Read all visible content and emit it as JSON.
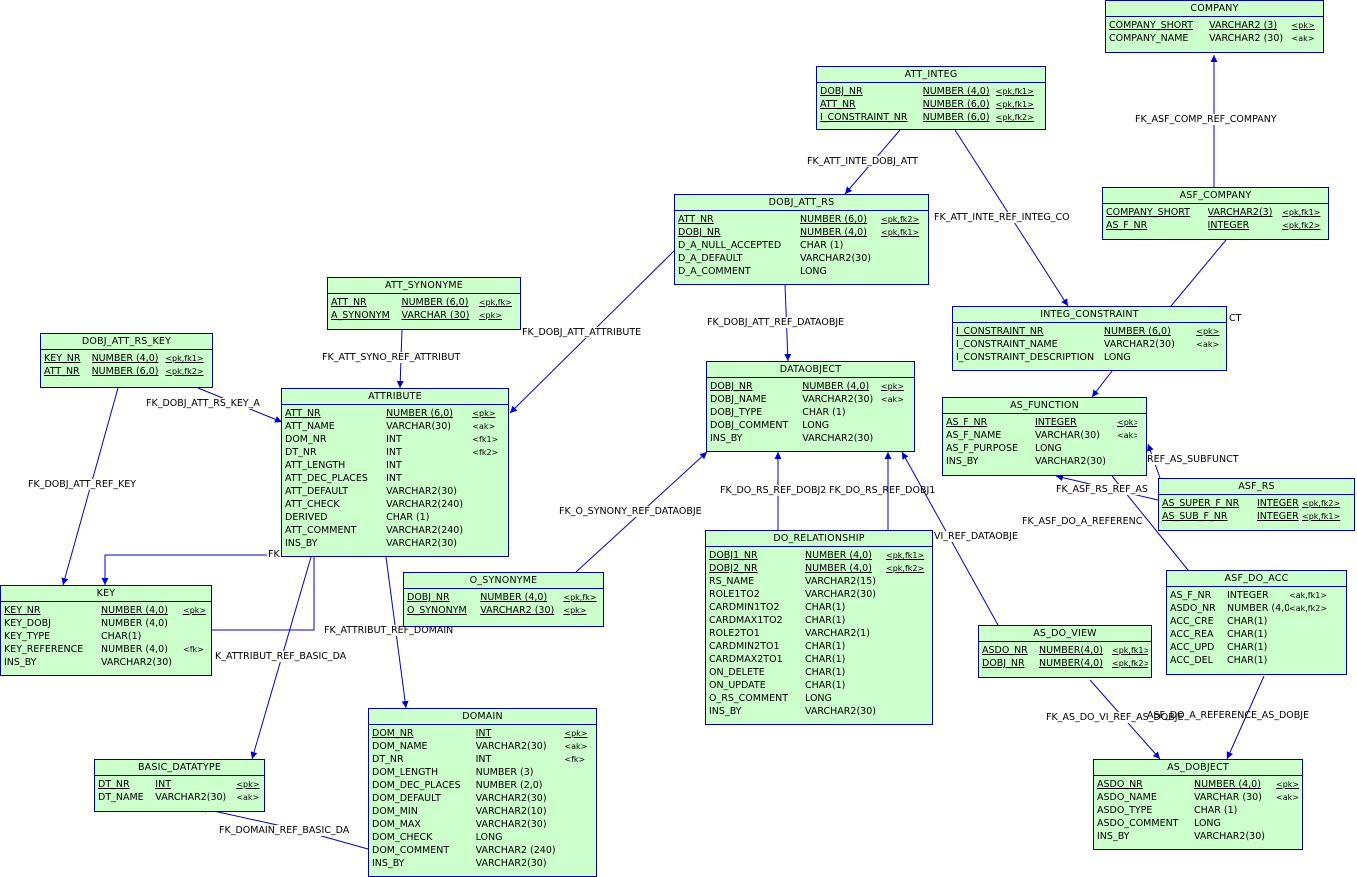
{
  "colors": {
    "entity_fill": "#ccffcc",
    "line": "#0000cc"
  },
  "entities": {
    "company": {
      "name": "COMPANY",
      "rows": [
        {
          "c": "COMPANY_SHORT",
          "t": "VARCHAR2 (3)",
          "k": "<pk>",
          "key": true
        },
        {
          "c": "COMPANY_NAME",
          "t": "VARCHAR2 (30)",
          "k": "<ak>"
        }
      ]
    },
    "att_integ": {
      "name": "ATT_INTEG",
      "rows": [
        {
          "c": "DOBJ_NR",
          "t": "NUMBER (4,0)",
          "k": "<pk,fk1>",
          "key": true
        },
        {
          "c": "ATT_NR",
          "t": "NUMBER (6,0)",
          "k": "<pk,fk1>",
          "key": true
        },
        {
          "c": "I_CONSTRAINT_NR",
          "t": "NUMBER (6,0)",
          "k": "<pk,fk2>",
          "key": true
        }
      ]
    },
    "asf_company": {
      "name": "ASF_COMPANY",
      "rows": [
        {
          "c": "COMPANY_SHORT",
          "t": "VARCHAR2(3)",
          "k": "<pk,fk1>",
          "key": true
        },
        {
          "c": "AS_F_NR",
          "t": "INTEGER",
          "k": "<pk,fk2>",
          "key": true
        }
      ]
    },
    "dobj_att_rs": {
      "name": "DOBJ_ATT_RS",
      "rows": [
        {
          "c": "ATT_NR",
          "t": "NUMBER (6,0)",
          "k": "<pk,fk2>",
          "key": true
        },
        {
          "c": "DOBJ_NR",
          "t": "NUMBER (4,0)",
          "k": "<pk,fk1>",
          "key": true
        },
        {
          "c": "D_A_NULL_ACCEPTED",
          "t": "CHAR (1)",
          "k": ""
        },
        {
          "c": "D_A_DEFAULT",
          "t": "VARCHAR2(30)",
          "k": ""
        },
        {
          "c": "D_A_COMMENT",
          "t": "LONG",
          "k": ""
        }
      ]
    },
    "att_synonyme": {
      "name": "ATT_SYNONYME",
      "rows": [
        {
          "c": "ATT_NR",
          "t": "NUMBER (6,0)",
          "k": "<pk,fk>",
          "key": true
        },
        {
          "c": "A_SYNONYM",
          "t": "VARCHAR (30)",
          "k": "<pk>",
          "key": true
        }
      ]
    },
    "integ_constraint": {
      "name": "INTEG_CONSTRAINT",
      "rows": [
        {
          "c": "I_CONSTRAINT_NR",
          "t": "NUMBER (6,0)",
          "k": "<pk>",
          "key": true
        },
        {
          "c": "I_CONSTRAINT_NAME",
          "t": "VARCHAR2(30)",
          "k": "<ak>"
        },
        {
          "c": "I_CONSTRAINT_DESCRIPTION",
          "t": "LONG",
          "k": ""
        }
      ]
    },
    "dobj_att_rs_key": {
      "name": "DOBJ_ATT_RS_KEY",
      "rows": [
        {
          "c": "KEY_NR",
          "t": "NUMBER (4,0)",
          "k": "<pk,fk1>",
          "key": true
        },
        {
          "c": "ATT_NR",
          "t": "NUMBER (6,0)",
          "k": "<pk,fk2>",
          "key": true
        }
      ]
    },
    "dataobject": {
      "name": "DATAOBJECT",
      "rows": [
        {
          "c": "DOBJ_NR",
          "t": "NUMBER (4,0)",
          "k": "<pk>",
          "key": true
        },
        {
          "c": "DOBJ_NAME",
          "t": "VARCHAR2(30)",
          "k": "<ak>"
        },
        {
          "c": "DOBJ_TYPE",
          "t": "CHAR (1)",
          "k": ""
        },
        {
          "c": "DOBJ_COMMENT",
          "t": "LONG",
          "k": ""
        },
        {
          "c": "INS_BY",
          "t": "VARCHAR2(30)",
          "k": ""
        }
      ]
    },
    "attribute": {
      "name": "ATTRIBUTE",
      "rows": [
        {
          "c": "ATT_NR",
          "t": "NUMBER (6,0)",
          "k": "<pk>",
          "key": true
        },
        {
          "c": "ATT_NAME",
          "t": "VARCHAR(30)",
          "k": "<ak>"
        },
        {
          "c": "DOM_NR",
          "t": "INT",
          "k": "<fk1>"
        },
        {
          "c": "DT_NR",
          "t": "INT",
          "k": "<fk2>"
        },
        {
          "c": "ATT_LENGTH",
          "t": "INT",
          "k": ""
        },
        {
          "c": "ATT_DEC_PLACES",
          "t": "INT",
          "k": ""
        },
        {
          "c": "ATT_DEFAULT",
          "t": "VARCHAR2(30)",
          "k": ""
        },
        {
          "c": "ATT_CHECK",
          "t": "VARCHAR2(240)",
          "k": ""
        },
        {
          "c": "DERIVED",
          "t": "CHAR (1)",
          "k": ""
        },
        {
          "c": "ATT_COMMENT",
          "t": "VARCHAR2(240)",
          "k": ""
        },
        {
          "c": "INS_BY",
          "t": "VARCHAR2(30)",
          "k": ""
        }
      ]
    },
    "as_function": {
      "name": "AS_FUNCTION",
      "rows": [
        {
          "c": "AS_F_NR",
          "t": "INTEGER",
          "k": "<pk>",
          "key": true
        },
        {
          "c": "AS_F_NAME",
          "t": "VARCHAR(30)",
          "k": "<ak>"
        },
        {
          "c": "AS_F_PURPOSE",
          "t": "LONG",
          "k": ""
        },
        {
          "c": "INS_BY",
          "t": "VARCHAR2(30)",
          "k": ""
        }
      ]
    },
    "asf_rs": {
      "name": "ASF_RS",
      "rows": [
        {
          "c": "AS_SUPER_F_NR",
          "t": "INTEGER",
          "k": "<pk,fk2>",
          "key": true
        },
        {
          "c": "AS_SUB_F_NR",
          "t": "INTEGER",
          "k": "<pk,fk1>",
          "key": true
        }
      ]
    },
    "do_relationship": {
      "name": "DO_RELATIONSHIP",
      "rows": [
        {
          "c": "DOBJ1_NR",
          "t": "NUMBER (4,0)",
          "k": "<pk,fk1>",
          "key": true
        },
        {
          "c": "DOBJ2_NR",
          "t": "NUMBER (4,0)",
          "k": "<pk,fk2>",
          "key": true
        },
        {
          "c": "RS_NAME",
          "t": "VARCHAR2(15)",
          "k": ""
        },
        {
          "c": "ROLE1TO2",
          "t": "VARCHAR2(30)",
          "k": ""
        },
        {
          "c": "CARDMIN1TO2",
          "t": "CHAR(1)",
          "k": ""
        },
        {
          "c": "CARDMAX1TO2",
          "t": "CHAR(1)",
          "k": ""
        },
        {
          "c": "ROLE2TO1",
          "t": "VARCHAR2(1)",
          "k": ""
        },
        {
          "c": "CARDMIN2TO1",
          "t": "CHAR(1)",
          "k": ""
        },
        {
          "c": "CARDMAX2TO1",
          "t": "CHAR(1)",
          "k": ""
        },
        {
          "c": "ON_DELETE",
          "t": "CHAR(1)",
          "k": ""
        },
        {
          "c": "ON_UPDATE",
          "t": "CHAR(1)",
          "k": ""
        },
        {
          "c": "O_RS_COMMENT",
          "t": "LONG",
          "k": ""
        },
        {
          "c": "INS_BY",
          "t": "VARCHAR2(30)",
          "k": ""
        }
      ]
    },
    "asf_do_acc": {
      "name": "ASF_DO_ACC",
      "rows": [
        {
          "c": "AS_F_NR",
          "t": "INTEGER",
          "k": "<ak,fk1>"
        },
        {
          "c": "ASDO_NR",
          "t": "NUMBER (4,0)",
          "k": "<ak,fk2>"
        },
        {
          "c": "ACC_CRE",
          "t": "CHAR(1)",
          "k": ""
        },
        {
          "c": "ACC_REA",
          "t": "CHAR(1)",
          "k": ""
        },
        {
          "c": "ACC_UPD",
          "t": "CHAR(1)",
          "k": ""
        },
        {
          "c": "ACC_DEL",
          "t": "CHAR(1)",
          "k": ""
        }
      ]
    },
    "o_synonyme": {
      "name": "O_SYNONYME",
      "rows": [
        {
          "c": "DOBJ_NR",
          "t": "NUMBER (4,0)",
          "k": "<pk,fk>",
          "key": true
        },
        {
          "c": "O_SYNONYM",
          "t": "VARCHAR2 (30)",
          "k": "<pk>",
          "key": true
        }
      ]
    },
    "key": {
      "name": "KEY",
      "rows": [
        {
          "c": "KEY_NR",
          "t": "NUMBER (4,0)",
          "k": "<pk>",
          "key": true
        },
        {
          "c": "KEY_DOBJ",
          "t": "NUMBER (4,0)",
          "k": ""
        },
        {
          "c": "KEY_TYPE",
          "t": "CHAR(1)",
          "k": ""
        },
        {
          "c": "KEY_REFERENCE",
          "t": "NUMBER (4,0)",
          "k": "<fk>"
        },
        {
          "c": "INS_BY",
          "t": "VARCHAR2(30)",
          "k": ""
        }
      ]
    },
    "as_do_view": {
      "name": "AS_DO_VIEW",
      "rows": [
        {
          "c": "ASDO_NR",
          "t": "NUMBER(4,0)",
          "k": "<pk,fk1>",
          "key": true
        },
        {
          "c": "DOBJ_NR",
          "t": "NUMBER(4,0)",
          "k": "<pk,fk2>",
          "key": true
        }
      ]
    },
    "domain": {
      "name": "DOMAIN",
      "rows": [
        {
          "c": "DOM_NR",
          "t": "INT",
          "k": "<pk>",
          "key": true
        },
        {
          "c": "DOM_NAME",
          "t": "VARCHAR2(30)",
          "k": "<ak>"
        },
        {
          "c": "DT_NR",
          "t": "INT",
          "k": "<fk>"
        },
        {
          "c": "DOM_LENGTH",
          "t": "NUMBER (3)",
          "k": ""
        },
        {
          "c": "DOM_DEC_PLACES",
          "t": "NUMBER (2,0)",
          "k": ""
        },
        {
          "c": "DOM_DEFAULT",
          "t": "VARCHAR2(30)",
          "k": ""
        },
        {
          "c": "DOM_MIN",
          "t": "VARCHAR2(10)",
          "k": ""
        },
        {
          "c": "DOM_MAX",
          "t": "VARCHAR2(30)",
          "k": ""
        },
        {
          "c": "DOM_CHECK",
          "t": "LONG",
          "k": ""
        },
        {
          "c": "DOM_COMMENT",
          "t": "VARCHAR2 (240)",
          "k": ""
        },
        {
          "c": "INS_BY",
          "t": "VARCHAR2(30)",
          "k": ""
        }
      ]
    },
    "basic_datatype": {
      "name": "BASIC_DATATYPE",
      "rows": [
        {
          "c": "DT_NR",
          "t": "INT",
          "k": "<pk>",
          "key": true
        },
        {
          "c": "DT_NAME",
          "t": "VARCHAR2(30)",
          "k": "<ak>"
        }
      ]
    },
    "as_dobject": {
      "name": "AS_DOBJECT",
      "rows": [
        {
          "c": "ASDO_NR",
          "t": "NUMBER (4,0)",
          "k": "<pk>",
          "key": true
        },
        {
          "c": "ASDO_NAME",
          "t": "VARCHAR (30)",
          "k": "<ak>"
        },
        {
          "c": "ASDO_TYPE",
          "t": "CHAR (1)",
          "k": ""
        },
        {
          "c": "ASDO_COMMENT",
          "t": "LONG",
          "k": ""
        },
        {
          "c": "INS_BY",
          "t": "VARCHAR2(30)",
          "k": ""
        }
      ]
    }
  },
  "relationship_labels": {
    "fk_asf_comp_ref_company": "FK_ASF_COMP_REF_COMPANY",
    "fk_att_inte_dobj_att": "FK_ATT_INTE_DOBJ_ATT",
    "fk_att_inte_ref_integ_co": "FK_ATT_INTE_REF_INTEG_CO",
    "fk_obj_att_attribute": "FK_DOBJ_ATT_ATTRIBUTE",
    "fk_att_syno_ref_attribut": "FK_ATT_SYNO_REF_ATTRIBUT",
    "fk_dobj_att_ref_dataobje": "FK_DOBJ_ATT_REF_DATAOBJE",
    "fk_dobj_att_rs_key_a": "FK_DOBJ_ATT_RS_KEY_A",
    "fk_dobj_att_ref_key": "FK_DOBJ_ATT_REF_KEY",
    "fk_o_synony_ref_dataobje": "FK_O_SYNONY_REF_DATAOBJE",
    "fk_do_rs_ref_dobj2": "FK_DO_RS_REF_DOBJ2",
    "fk_do_rs_ref_dobj1": "FK_DO_RS_REF_DOBJ1",
    "fk_attribut_ref_domain": "FK_ATTRIBUT_REF_DOMAIN",
    "k_attribut_ref_basic_da": "K_ATTRIBUT_REF_BASIC_DA",
    "fk_domain_ref_basic_da": "FK_DOMAIN_REF_BASIC_DA",
    "ref_as_subfunct": "REF_AS_SUBFUNCT",
    "fk_asf_rs_ref_as": "FK_ASF_RS_REF_AS",
    "fk_asf_do_a_referenc": "FK_ASF_DO_A_REFERENC",
    "vi_ref_dataobje": "VI_REF_DATAOBJE",
    "fk_as_do_vi_ref_as_dobje": "FK_AS_DO_VI_REF_AS_DOBJE",
    "sf_do_a_reference_as_dobje": "ASF_DO_A_REFERENCE_AS_DOBJE",
    "ct_fragment": "CT",
    "fk_fragment": "FK"
  }
}
